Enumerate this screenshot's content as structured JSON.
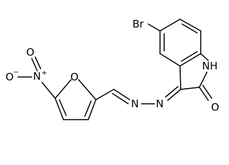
{
  "molecule": {
    "atoms": {
      "bromine": "Br",
      "nitro_nitrogen": "N",
      "nitro_charge": "+",
      "nitro_oxygen_single": "O",
      "nitro_oxygen_single_charge": "−",
      "nitro_oxygen_double": "O",
      "furan_oxygen": "O",
      "hydrazone_n1": "N",
      "hydrazone_n2": "N",
      "lactam_nh": "NH",
      "carbonyl_oxygen": "O"
    }
  }
}
